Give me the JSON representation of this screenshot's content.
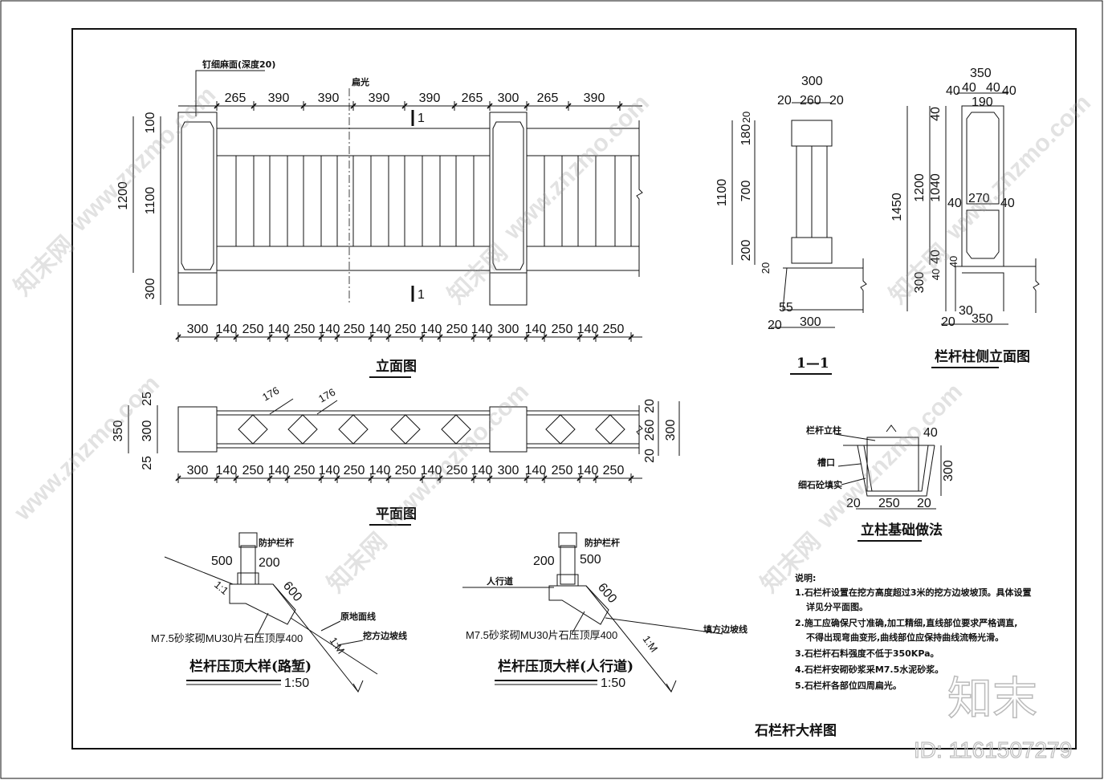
{
  "title": "石栏杆大样图",
  "elevation": {
    "caption": "立面图",
    "top_dims": [
      "265",
      "390",
      "390",
      "390",
      "390",
      "265",
      "300",
      "265",
      "390"
    ],
    "bottom_dims": [
      "300",
      "140",
      "250",
      "140",
      "250",
      "140",
      "250",
      "140",
      "250",
      "140",
      "250",
      "140",
      "300",
      "140",
      "250",
      "140",
      "250"
    ],
    "left_dims": [
      "1200",
      "100",
      "1100",
      "300"
    ],
    "label_finish": "钉细麻面(深度20)",
    "label_axis": "扁光",
    "section_mark": "1"
  },
  "plan": {
    "caption": "平面图",
    "left_dims": [
      "350",
      "25",
      "300",
      "25"
    ],
    "right_dims": [
      "20",
      "260",
      "300",
      "20"
    ],
    "diag_dims": [
      "176",
      "176"
    ],
    "bottom_dims": [
      "300",
      "140",
      "250",
      "140",
      "250",
      "140",
      "250",
      "140",
      "250",
      "140",
      "250",
      "140",
      "300",
      "140",
      "250",
      "140",
      "250"
    ]
  },
  "section": {
    "caption": "1—1",
    "top_dims": [
      "300",
      "20",
      "260",
      "20"
    ],
    "left_dims": [
      "1100",
      "20",
      "180",
      "700",
      "200",
      "20"
    ],
    "bottom_dims": [
      "55",
      "20",
      "300"
    ]
  },
  "side": {
    "caption": "栏杆柱侧立面图",
    "top_dims": [
      "350",
      "40",
      "40",
      "40",
      "40",
      "190"
    ],
    "left_dims": [
      "1450",
      "1200",
      "40",
      "1040",
      "40",
      "40",
      "300",
      "40"
    ],
    "mid_dims": [
      "40",
      "270",
      "40"
    ],
    "bottom_dims": [
      "20",
      "30",
      "350"
    ]
  },
  "foundation": {
    "caption": "立柱基础做法",
    "labels": [
      "栏杆立柱",
      "槽口",
      "细石砼填实"
    ],
    "dims": [
      "40",
      "300",
      "20",
      "250",
      "20"
    ]
  },
  "detail_road": {
    "caption": "栏杆压顶大样(路堑)",
    "scale": "1:50",
    "dims": [
      "500",
      "200",
      "600"
    ],
    "labels": [
      "防护栏杆",
      "原地面线",
      "挖方边坡线",
      "M7.5砂浆砌MU30片石压顶厚400",
      "1:1",
      "1:M"
    ]
  },
  "detail_walk": {
    "caption": "栏杆压顶大样(人行道)",
    "scale": "1:50",
    "dims": [
      "200",
      "500",
      "600"
    ],
    "labels": [
      "防护栏杆",
      "人行道",
      "填方边坡线",
      "M7.5砂浆砌MU30片石压顶厚400",
      "1:M"
    ]
  },
  "notes": {
    "heading": "说明:",
    "items": [
      "1.石栏杆设置在挖方高度超过3米的挖方边坡坡顶。具体设置",
      "详见分平面图。",
      "2.施工应确保尺寸准确,加工精细,直线部位要求严格调直,",
      "不得出现弯曲变形,曲线部位应保持曲线流畅光滑。",
      "3.石栏杆石料强度不低于350KPa。",
      "4.石栏杆安砌砂浆采M7.5水泥砂浆。",
      "5.石栏杆各部位四周扁光。"
    ]
  },
  "watermark": {
    "text": "www.znzmo.com",
    "brand": "知末网",
    "logo": "知末",
    "id": "ID: 1161507279"
  }
}
